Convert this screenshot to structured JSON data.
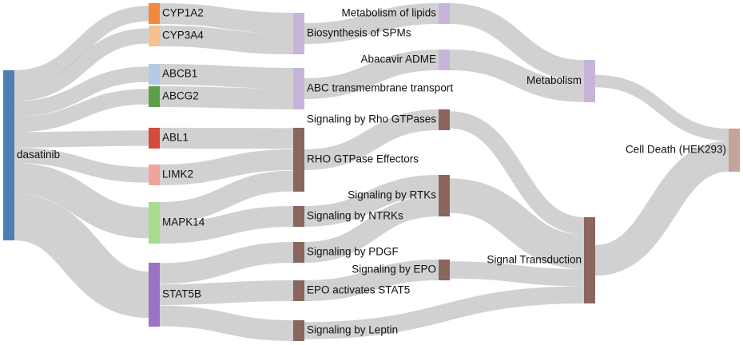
{
  "chart_data": {
    "type": "sankey",
    "nodes": [
      {
        "id": "dasatinib",
        "label": "dasatinib",
        "color": "#4e7fb3",
        "stage": 0
      },
      {
        "id": "CYP1A2",
        "label": "CYP1A2",
        "color": "#f08a3c",
        "stage": 1
      },
      {
        "id": "CYP3A4",
        "label": "CYP3A4",
        "color": "#f6c18d",
        "stage": 1
      },
      {
        "id": "ABCB1",
        "label": "ABCB1",
        "color": "#b3c9e6",
        "stage": 1
      },
      {
        "id": "ABCG2",
        "label": "ABCG2",
        "color": "#5aa046",
        "stage": 1
      },
      {
        "id": "ABL1",
        "label": "ABL1",
        "color": "#d44b3f",
        "stage": 1
      },
      {
        "id": "LIMK2",
        "label": "LIMK2",
        "color": "#f1a39e",
        "stage": 1
      },
      {
        "id": "MAPK14",
        "label": "MAPK14",
        "color": "#a6dc90",
        "stage": 1
      },
      {
        "id": "STAT5B",
        "label": "STAT5B",
        "color": "#9a74c4",
        "stage": 1
      },
      {
        "id": "BiosynthesisSPMs",
        "label": "Biosynthesis of SPMs",
        "color": "#c8b4da",
        "stage": 2
      },
      {
        "id": "ABCtransport",
        "label": "ABC transmembrane transport",
        "color": "#c8b4da",
        "stage": 2
      },
      {
        "id": "RhoEffectors",
        "label": "RHO GTPase Effectors",
        "color": "#8a665d",
        "stage": 2
      },
      {
        "id": "NTRKs",
        "label": "Signaling by NTRKs",
        "color": "#8a665d",
        "stage": 2
      },
      {
        "id": "PDGF",
        "label": "Signaling by PDGF",
        "color": "#8a665d",
        "stage": 2
      },
      {
        "id": "EPOactSTAT5",
        "label": "EPO activates STAT5",
        "color": "#8a665d",
        "stage": 2
      },
      {
        "id": "Leptin",
        "label": "Signaling by Leptin",
        "color": "#8a665d",
        "stage": 2
      },
      {
        "id": "MetabLipids",
        "label": "Metabolism of lipids",
        "color": "#c8b4da",
        "stage": 3
      },
      {
        "id": "AbacavirADME",
        "label": "Abacavir ADME",
        "color": "#c8b4da",
        "stage": 3
      },
      {
        "id": "RhoGTPases",
        "label": "Signaling by Rho GTPases",
        "color": "#8a665d",
        "stage": 3
      },
      {
        "id": "RTKs",
        "label": "Signaling by RTKs",
        "color": "#8a665d",
        "stage": 3
      },
      {
        "id": "EPO",
        "label": "Signaling by EPO",
        "color": "#8a665d",
        "stage": 3
      },
      {
        "id": "Metabolism",
        "label": "Metabolism",
        "color": "#c8b4da",
        "stage": 4
      },
      {
        "id": "SignalTransduction",
        "label": "Signal Transduction",
        "color": "#8a665d",
        "stage": 4
      },
      {
        "id": "CellDeath",
        "label": "Cell Death (HEK293)",
        "color": "#c4a39b",
        "stage": 5
      }
    ],
    "links": [
      {
        "source": "dasatinib",
        "target": "CYP1A2",
        "value": 1
      },
      {
        "source": "dasatinib",
        "target": "CYP3A4",
        "value": 1
      },
      {
        "source": "dasatinib",
        "target": "ABCB1",
        "value": 1
      },
      {
        "source": "dasatinib",
        "target": "ABCG2",
        "value": 1
      },
      {
        "source": "dasatinib",
        "target": "ABL1",
        "value": 1
      },
      {
        "source": "dasatinib",
        "target": "LIMK2",
        "value": 1
      },
      {
        "source": "dasatinib",
        "target": "MAPK14",
        "value": 2
      },
      {
        "source": "dasatinib",
        "target": "STAT5B",
        "value": 3
      },
      {
        "source": "CYP1A2",
        "target": "BiosynthesisSPMs",
        "value": 1
      },
      {
        "source": "CYP3A4",
        "target": "BiosynthesisSPMs",
        "value": 1
      },
      {
        "source": "ABCB1",
        "target": "ABCtransport",
        "value": 1
      },
      {
        "source": "ABCG2",
        "target": "ABCtransport",
        "value": 1
      },
      {
        "source": "ABL1",
        "target": "RhoEffectors",
        "value": 1
      },
      {
        "source": "LIMK2",
        "target": "RhoEffectors",
        "value": 1
      },
      {
        "source": "MAPK14",
        "target": "RhoEffectors",
        "value": 1
      },
      {
        "source": "MAPK14",
        "target": "NTRKs",
        "value": 1
      },
      {
        "source": "STAT5B",
        "target": "PDGF",
        "value": 1
      },
      {
        "source": "STAT5B",
        "target": "EPOactSTAT5",
        "value": 1
      },
      {
        "source": "STAT5B",
        "target": "Leptin",
        "value": 1
      },
      {
        "source": "BiosynthesisSPMs",
        "target": "MetabLipids",
        "value": 1
      },
      {
        "source": "ABCtransport",
        "target": "AbacavirADME",
        "value": 1
      },
      {
        "source": "RhoEffectors",
        "target": "RhoGTPases",
        "value": 1
      },
      {
        "source": "NTRKs",
        "target": "RTKs",
        "value": 1
      },
      {
        "source": "PDGF",
        "target": "RTKs",
        "value": 1
      },
      {
        "source": "EPOactSTAT5",
        "target": "EPO",
        "value": 1
      },
      {
        "source": "MetabLipids",
        "target": "Metabolism",
        "value": 1
      },
      {
        "source": "AbacavirADME",
        "target": "Metabolism",
        "value": 1
      },
      {
        "source": "RhoGTPases",
        "target": "SignalTransduction",
        "value": 1
      },
      {
        "source": "RTKs",
        "target": "SignalTransduction",
        "value": 2
      },
      {
        "source": "EPO",
        "target": "SignalTransduction",
        "value": 1
      },
      {
        "source": "Leptin",
        "target": "SignalTransduction",
        "value": 1
      },
      {
        "source": "Metabolism",
        "target": "CellDeath",
        "value": 2
      },
      {
        "source": "SignalTransduction",
        "target": "CellDeath",
        "value": 5
      }
    ],
    "link_color": "#c9c9c9"
  }
}
